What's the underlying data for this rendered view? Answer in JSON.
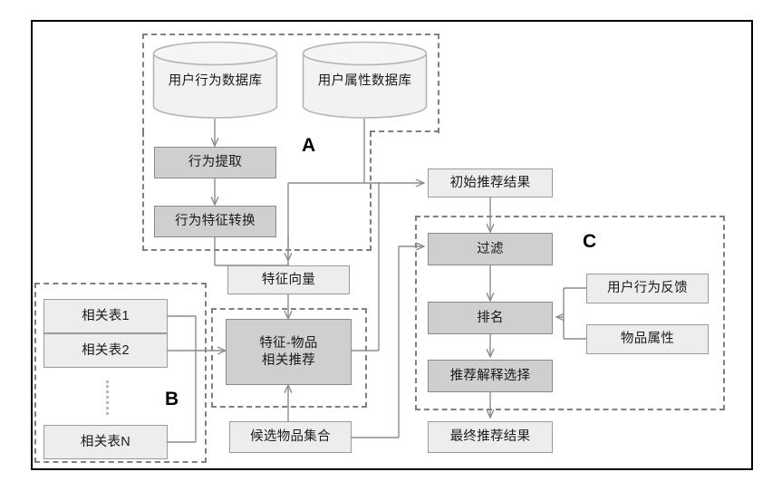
{
  "figure": {
    "title": "",
    "type": "flowchart"
  },
  "groups": [
    {
      "id": "A",
      "letter": "A"
    },
    {
      "id": "B",
      "letter": "B"
    },
    {
      "id": "C",
      "letter": "C"
    }
  ],
  "databases": [
    {
      "id": "user-behavior-db",
      "label": "用户行为数据库"
    },
    {
      "id": "user-attribute-db",
      "label": "用户属性数据库"
    }
  ],
  "nodes": {
    "behavior_extract": "行为提取",
    "behavior_feature_transform": "行为特征转换",
    "feature_vector": "特征向量",
    "related_table_1": "相关表1",
    "related_table_2": "相关表2",
    "related_table_n": "相关表N",
    "feature_item_recommend_line1": "特征-物品",
    "feature_item_recommend_line2": "相关推荐",
    "candidate_item_set": "候选物品集合",
    "initial_recommend_result": "初始推荐结果",
    "filter": "过滤",
    "ranking": "排名",
    "recommend_explain_select": "推荐解释选择",
    "final_recommend_result": "最终推荐结果",
    "user_behavior_feedback": "用户行为反馈",
    "item_attribute": "物品属性"
  },
  "colors": {
    "frame": "#000000",
    "dashed": "#808080",
    "node_light_fill": "#ededed",
    "node_shaded_fill": "#cfcfcf",
    "node_border": "#9a9a9a",
    "wire": "#8c8c8c",
    "text": "#1a1a1a"
  }
}
